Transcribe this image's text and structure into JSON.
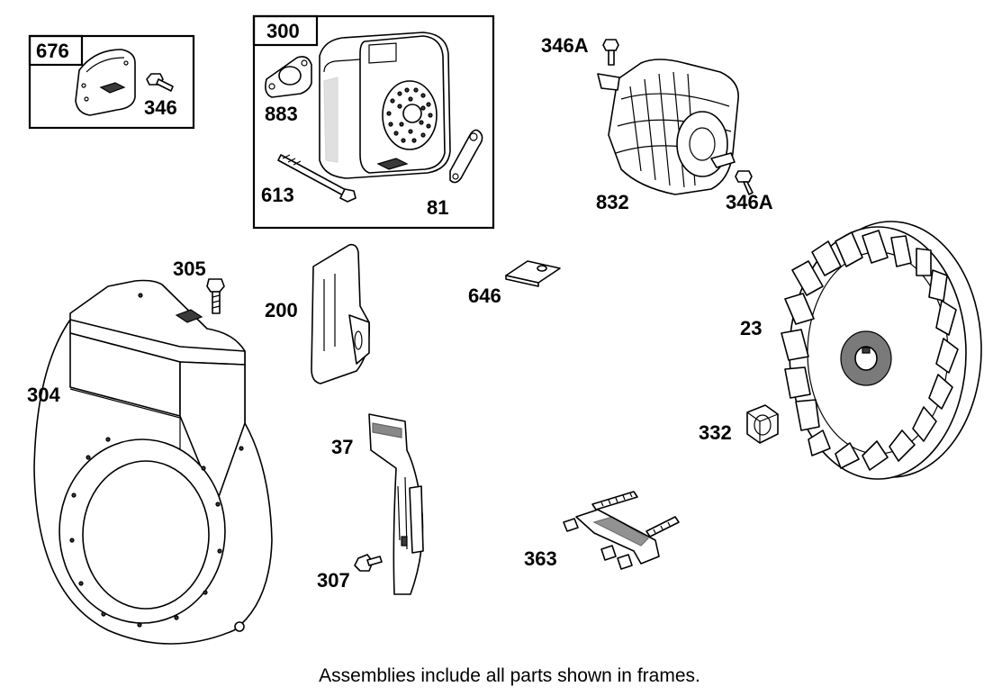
{
  "frames": [
    {
      "id": "676",
      "label": "676"
    },
    {
      "id": "300",
      "label": "300"
    }
  ],
  "parts": {
    "p676_346": "346",
    "p300_883": "883",
    "p300_613": "613",
    "p300_81": "81",
    "p346A_top": "346A",
    "p346A_bottom": "346A",
    "p832": "832",
    "p305": "305",
    "p304": "304",
    "p200": "200",
    "p646": "646",
    "p23": "23",
    "p332": "332",
    "p37": "37",
    "p307": "307",
    "p363": "363"
  },
  "caption": "Assemblies include all parts shown in frames."
}
